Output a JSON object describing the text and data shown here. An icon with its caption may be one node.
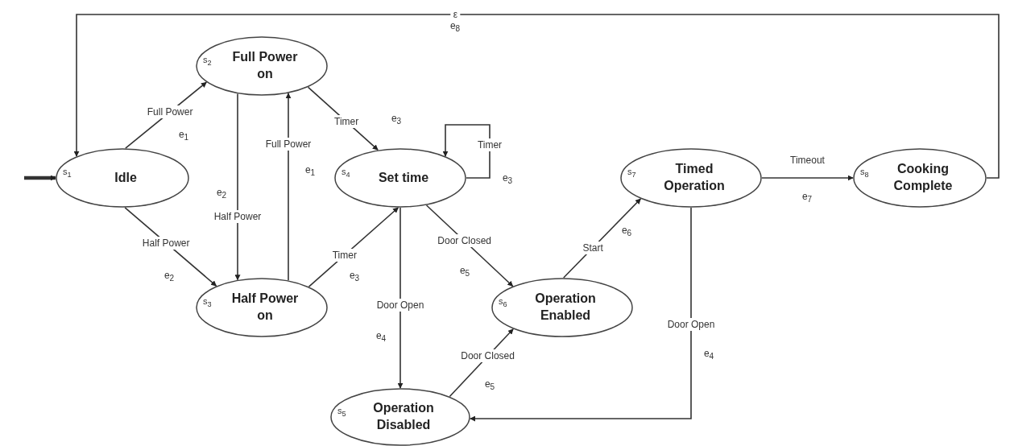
{
  "diagram": {
    "nodes": [
      {
        "text": [
          "s$_{1}$",
          "Idle"
        ]
      },
      {
        "text": [
          "s$_{2}$",
          "Full Power on"
        ]
      },
      {
        "text": [
          "s$_{3}$",
          "Half Power on"
        ]
      },
      {
        "text": [
          "s$_{4}$",
          "Set time"
        ]
      },
      {
        "text": [
          "s$_{5}$",
          "Operation Disabled"
        ]
      },
      {
        "text": [
          "s$_{6}$",
          "Operation Enabled"
        ]
      },
      {
        "text": [
          "s$_{7}$",
          "Timed Operation"
        ]
      },
      {
        "text": [
          "s$_{8}$",
          "Cooking Complete"
        ]
      }
    ],
    "edges": [
      {
        "from": null,
        "to": 0,
        "arrow": "to",
        "style": "thick"
      },
      {
        "from": 0,
        "to": 1,
        "arrow": "to",
        "label": "Full Power"
      },
      {
        "from": 1,
        "to": 2,
        "arrow": "to",
        "label": "Half Power"
      },
      {
        "from": 2,
        "to": 1,
        "arrow": "to",
        "label": "Full Power"
      },
      {
        "from": 0,
        "to": 2,
        "arrow": "to",
        "label": "Half Power"
      },
      {
        "from": 1,
        "to": 3,
        "arrow": "to",
        "label": "Timer"
      },
      {
        "from": 2,
        "to": 3,
        "arrow": "to",
        "label": "Timer"
      },
      {
        "from": 3,
        "to": 3,
        "arrow": "to",
        "label": "Timer"
      },
      {
        "from": 3,
        "to": 4,
        "arrow": "to",
        "label": "Door Open"
      },
      {
        "from": 3,
        "to": 5,
        "arrow": "to",
        "label": "Door Closed"
      },
      {
        "from": 4,
        "to": 5,
        "arrow": "to",
        "label": "Door Closed"
      },
      {
        "from": 5,
        "to": 6,
        "arrow": "to",
        "label": "Start"
      },
      {
        "from": 6,
        "to": 7,
        "arrow": "to",
        "label": "Timeout"
      },
      {
        "from": 6,
        "to": 4,
        "arrow": "to",
        "label": "Door Open"
      },
      {
        "from": 7,
        "to": 0,
        "arrow": "to",
        "label": "ε"
      }
    ],
    "labels": [
      "e$_{1}$",
      "e$_{2}$",
      "e$_{1}$",
      "e$_{2}$",
      "e$_{3}$",
      "e$_{3}$",
      "e$_{3}$",
      "e$_{4}$",
      "e$_{5}$",
      "e$_{5}$",
      "e$_{6}$",
      "e$_{7}$",
      "e$_{4}$",
      "e$_{8}$"
    ]
  }
}
